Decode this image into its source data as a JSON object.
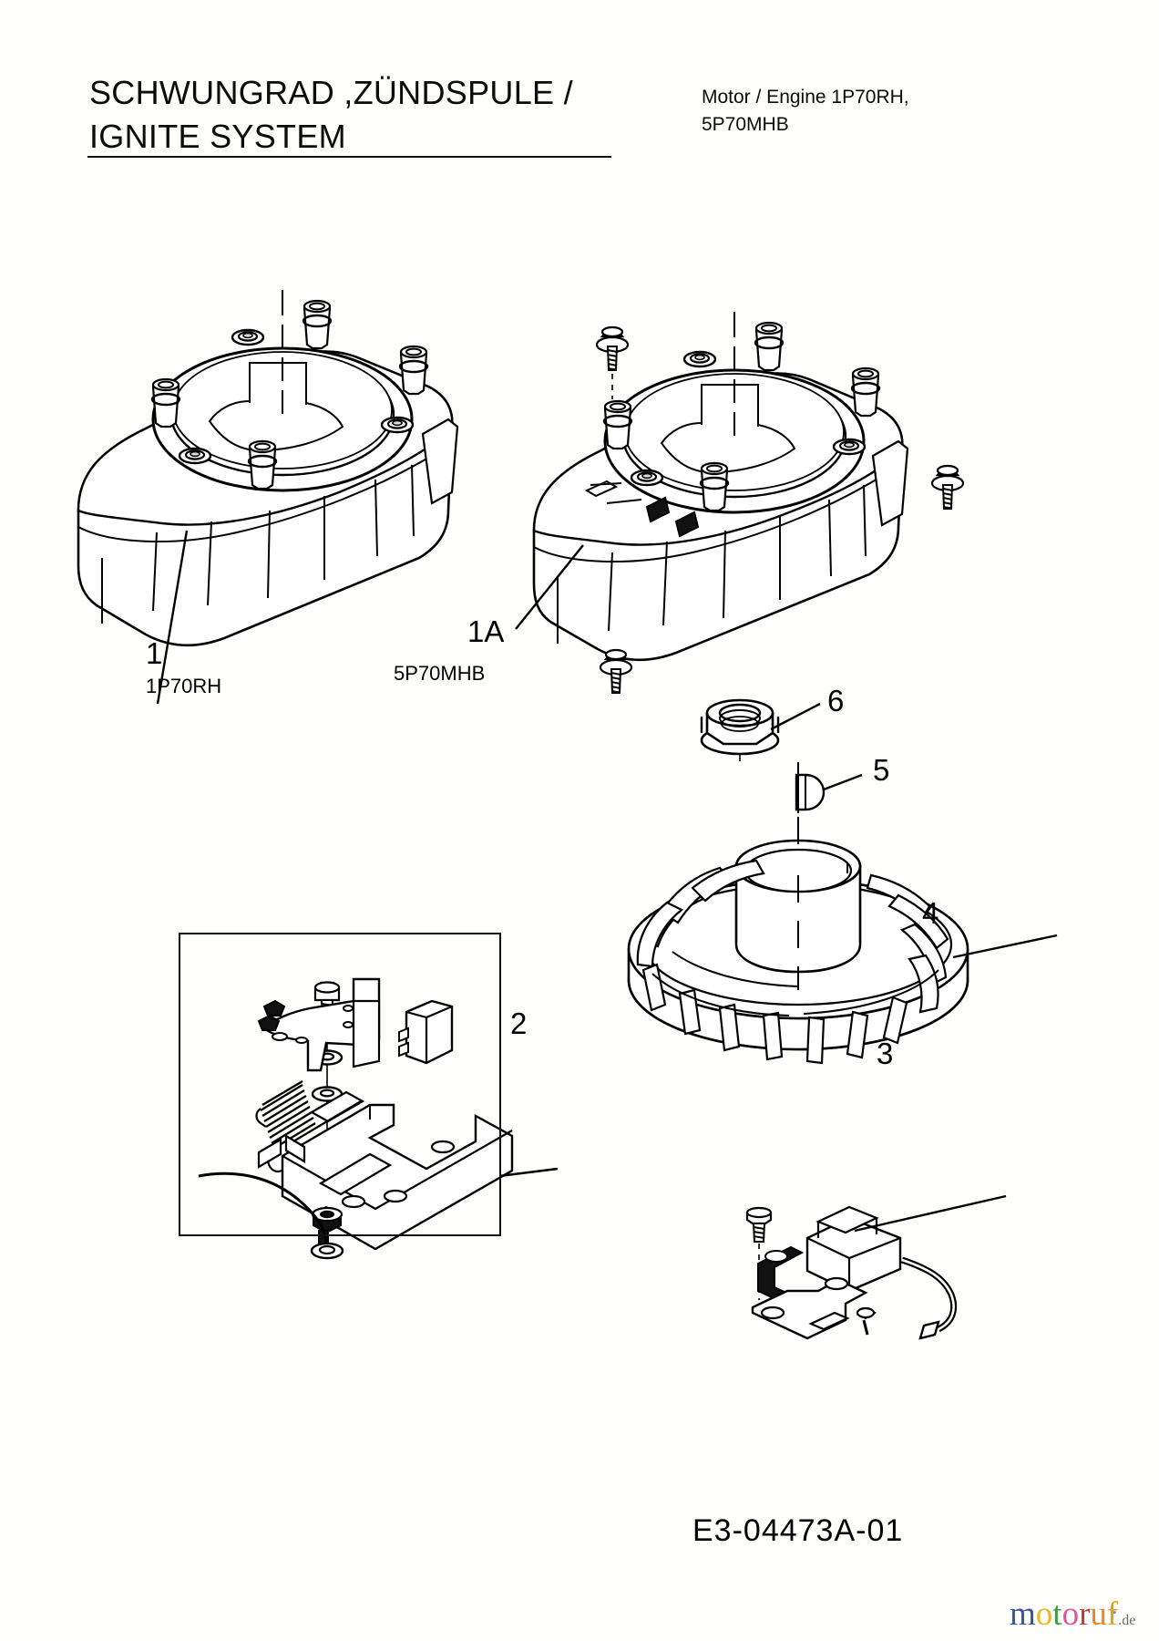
{
  "document": {
    "title_line1": "SCHWUNGRAD ,ZÜNDSPULE /",
    "title_line2": "IGNITE SYSTEM",
    "engine_note_line1": "Motor / Engine 1P70RH,",
    "engine_note_line2": "5P70MHB",
    "document_number": "E3-04473A-01"
  },
  "callouts": {
    "item1": {
      "number": "1",
      "variant": "1P70RH"
    },
    "item1a": {
      "number": "1A",
      "variant": "5P70MHB"
    },
    "item2": {
      "number": "2"
    },
    "item3": {
      "number": "3"
    },
    "item4": {
      "number": "4"
    },
    "item5": {
      "number": "5"
    },
    "item6": {
      "number": "6"
    }
  },
  "watermark": {
    "letters": [
      {
        "char": "m",
        "color": "#3b55a4"
      },
      {
        "char": "o",
        "color": "#e8b923"
      },
      {
        "char": "t",
        "color": "#3f9a45"
      },
      {
        "char": "o",
        "color": "#e0559b"
      },
      {
        "char": "r",
        "color": "#cf3a2c"
      },
      {
        "char": "u",
        "color": "#e98a22"
      },
      {
        "char": "f",
        "color": "#e0a31d"
      }
    ],
    "suffix": ".de"
  }
}
